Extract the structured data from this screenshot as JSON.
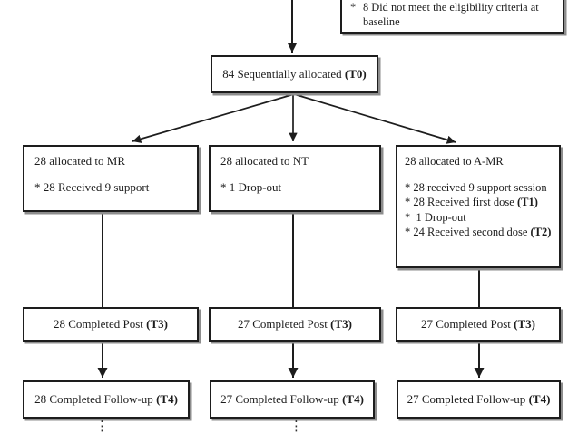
{
  "colors": {
    "box_border": "#1d1d1d",
    "box_shadow": "#8d8d8d",
    "connector": "#1d1d1d",
    "text": "#1c1c1c",
    "background": "#ffffff"
  },
  "note": {
    "marker": "*",
    "line1": "8 Did not meet the eligibility criteria at",
    "line2": "baseline"
  },
  "allocation": {
    "text": "84 Sequentially allocated ",
    "bold": "(T0)"
  },
  "arms": {
    "mr": {
      "title": "28 allocated to MR",
      "bullets": [
        {
          "text": "* 28 Received 9 support",
          "bold": ""
        }
      ]
    },
    "nt": {
      "title": "28 allocated to NT",
      "bullets": [
        {
          "text": "* 1 Drop-out",
          "bold": ""
        }
      ]
    },
    "amr": {
      "title": "28 allocated to A-MR",
      "bullets": [
        {
          "text": "* 28 received 9 support session",
          "bold": ""
        },
        {
          "text": "* 28 Received first dose ",
          "bold": "(T1)"
        },
        {
          "text": "*  1 Drop-out",
          "bold": ""
        },
        {
          "text": "* 24 Received second dose ",
          "bold": "(T2)"
        }
      ]
    }
  },
  "post": {
    "mr": {
      "text": "28 Completed Post ",
      "bold": "(T3)"
    },
    "nt": {
      "text": "27 Completed Post ",
      "bold": "(T3)"
    },
    "amr": {
      "text": "27 Completed Post ",
      "bold": "(T3)"
    }
  },
  "followup": {
    "mr": {
      "text": "28 Completed Follow-up ",
      "bold": "(T4)"
    },
    "nt": {
      "text": "27 Completed Follow-up ",
      "bold": "(T4)"
    },
    "amr": {
      "text": "27 Completed Follow-up ",
      "bold": "(T4)"
    }
  },
  "icons": {
    "continuation": "⋮",
    "arrowhead": "solid-triangle-down"
  }
}
